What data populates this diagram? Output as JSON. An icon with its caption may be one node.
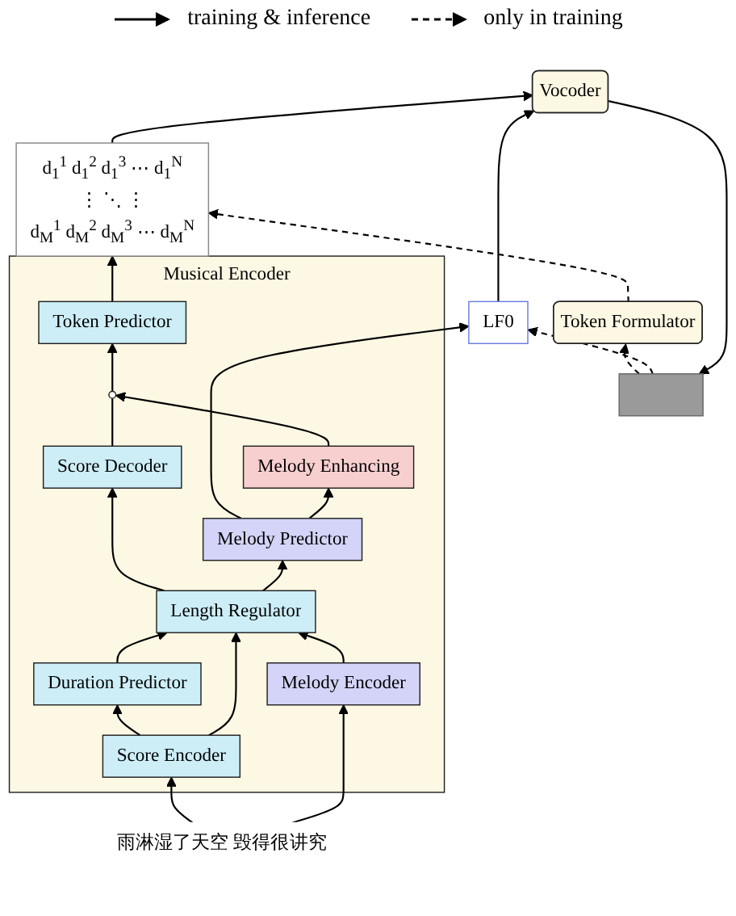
{
  "diagram": {
    "nodes": [
      {
        "text": [],
        "shape": "box"
      },
      {
        "text": [
          "Token Formulator"
        ]
      },
      {
        "text": [
          "Vocoder"
        ]
      },
      {
        "text": [
          "d$_{1}$$^{1}$ d$_{1}$$^{2}$ d$_{1}$$^{3}$ ⋯ d$_{1}$$^{N}$",
          "⋮ ⋱ ⋮",
          "d$_{M}$$^{1}$ d$_{M}$$^{2}$ d$_{M}$$^{3}$ ⋯ d$_{M}$$^{N}$"
        ]
      },
      {
        "text": [
          "LF0"
        ]
      },
      {
        "text": [
          "Musical Encoder"
        ]
      },
      {
        "text": [
          "Token Predictor"
        ],
        "in": 5
      },
      {
        "text": [],
        "shape": "circle",
        "in": 5
      },
      {
        "text": [
          "Melody Enhancing"
        ],
        "in": 5
      },
      {
        "text": [
          "Score Decoder"
        ],
        "in": 5
      },
      {
        "text": [
          "Melody Predictor"
        ],
        "in": 5
      },
      {
        "text": [
          "Duration Predictor"
        ],
        "in": 5
      },
      {
        "text": [
          "Length Regulator"
        ],
        "in": 5
      },
      {
        "text": [
          "Score Encoder"
        ],
        "in": 5
      },
      {
        "text": [
          "Melody Encoder"
        ],
        "in": 5
      },
      {
        "text": [
          "雨淋湿了天空 毁得很讲究"
        ]
      }
    ],
    "edges": [
      {
        "from": 0,
        "to": 1,
        "arrow": "to",
        "style": "dashed"
      },
      {
        "from": 1,
        "to": 3,
        "arrow": "to",
        "style": "dashed"
      },
      {
        "from": 3,
        "to": 2,
        "arrow": "to"
      },
      {
        "from": 4,
        "to": 2,
        "arrow": "to"
      },
      {
        "from": 2,
        "to": 0,
        "arrow": "to"
      },
      {
        "from": 0,
        "to": 4,
        "arrow": "to",
        "style": "dashed"
      },
      {
        "from": 6,
        "to": 3,
        "arrow": "to"
      },
      {
        "from": 10,
        "to": 4,
        "arrow": "to"
      },
      {
        "from": 9,
        "to": 7,
        "arrow": "none"
      },
      {
        "from": 7,
        "to": 6,
        "arrow": "to"
      },
      {
        "from": 8,
        "to": 7,
        "arrow": "to"
      },
      {
        "from": 10,
        "to": 8,
        "arrow": "to"
      },
      {
        "from": 12,
        "to": 9,
        "arrow": "to"
      },
      {
        "from": 11,
        "to": 12,
        "arrow": "to"
      },
      {
        "from": 13,
        "to": 11,
        "arrow": "to"
      },
      {
        "from": 13,
        "to": 12,
        "arrow": "to"
      },
      {
        "from": 12,
        "to": 10,
        "arrow": "to"
      },
      {
        "from": 14,
        "to": 12,
        "arrow": "to"
      },
      {
        "from": 15,
        "to": 13,
        "arrow": "to"
      },
      {
        "from": 15,
        "to": 14,
        "arrow": "to"
      }
    ],
    "legend": [
      {
        "text": "training & inference"
      },
      {
        "text": "only in training"
      }
    ]
  }
}
